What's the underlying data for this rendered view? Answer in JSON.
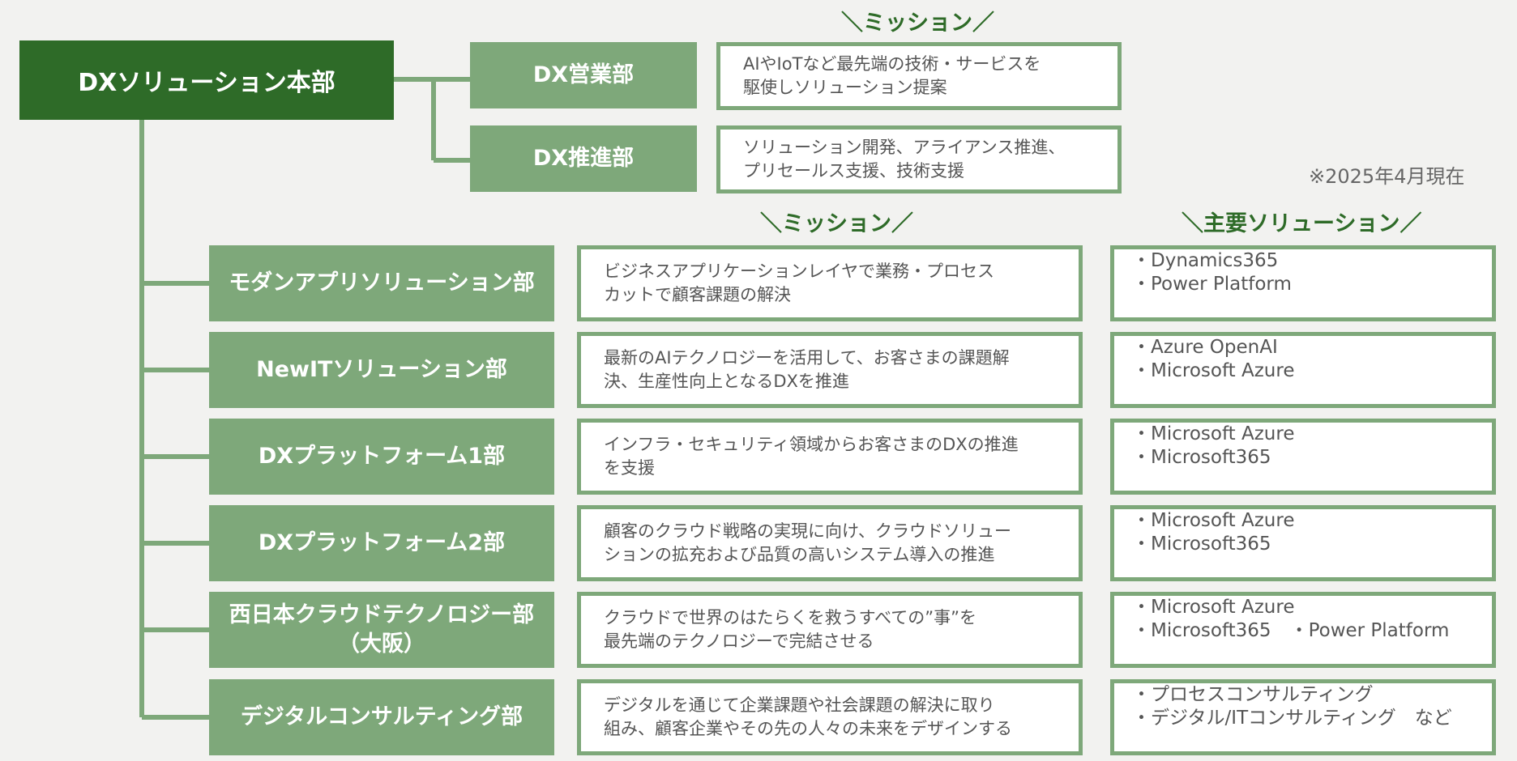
{
  "headings": {
    "mission_top": "＼ミッション／",
    "mission_bottom": "＼ミッション／",
    "solutions": "＼主要ソリューション／"
  },
  "note": "※2025年4月現在",
  "root": {
    "label": "DXソリューション本部"
  },
  "top_departments": [
    {
      "name": "DX営業部",
      "mission_lines": [
        "AIやIoTなど最先端の技術・サービスを",
        "駆使しソリューション提案"
      ]
    },
    {
      "name": "DX推進部",
      "mission_lines": [
        "ソリューション開発、アライアンス推進、",
        "プリセールス支援、技術支援"
      ]
    }
  ],
  "departments": [
    {
      "name_lines": [
        "モダンアプリソリューション部"
      ],
      "mission_lines": [
        "ビジネスアプリケーションレイヤで業務・プロセス",
        "カットで顧客課題の解決"
      ],
      "solution_lines": [
        "・Dynamics365",
        "・Power Platform"
      ]
    },
    {
      "name_lines": [
        "NewITソリューション部"
      ],
      "mission_lines": [
        "最新のAIテクノロジーを活用して、お客さまの課題解",
        "決、生産性向上となるDXを推進"
      ],
      "solution_lines": [
        "・Azure OpenAI",
        "・Microsoft Azure"
      ]
    },
    {
      "name_lines": [
        "DXプラットフォーム1部"
      ],
      "mission_lines": [
        "インフラ・セキュリティ領域からお客さまのDXの推進",
        "を支援"
      ],
      "solution_lines": [
        "・Microsoft Azure",
        "・Microsoft365"
      ]
    },
    {
      "name_lines": [
        "DXプラットフォーム2部"
      ],
      "mission_lines": [
        "顧客のクラウド戦略の実現に向け、クラウドソリュー",
        "ションの拡充および品質の高いシステム導入の推進"
      ],
      "solution_lines": [
        "・Microsoft Azure",
        "・Microsoft365"
      ]
    },
    {
      "name_lines": [
        "西日本クラウドテクノロジー部",
        "（大阪）"
      ],
      "mission_lines": [
        "クラウドで世界のはたらくを救うすべての”事”を",
        "最先端のテクノロジーで完結させる"
      ],
      "solution_lines": [
        "・Microsoft Azure",
        "・Microsoft365　・Power Platform"
      ]
    },
    {
      "name_lines": [
        "デジタルコンサルティング部"
      ],
      "mission_lines": [
        "デジタルを通じて企業課題や社会課題の解決に取り",
        "組み、顧客企業やその先の人々の未来をデザインする"
      ],
      "solution_lines": [
        "・プロセスコンサルティング",
        "・デジタル/ITコンサルティング　など"
      ]
    }
  ],
  "colors": {
    "root_fill": "#2e6b28",
    "dept_fill": "#7ea87a",
    "connector": "#7ea87a",
    "heading_text": "#2e6b28",
    "body_text": "#555555",
    "background": "#f2f2f0"
  }
}
